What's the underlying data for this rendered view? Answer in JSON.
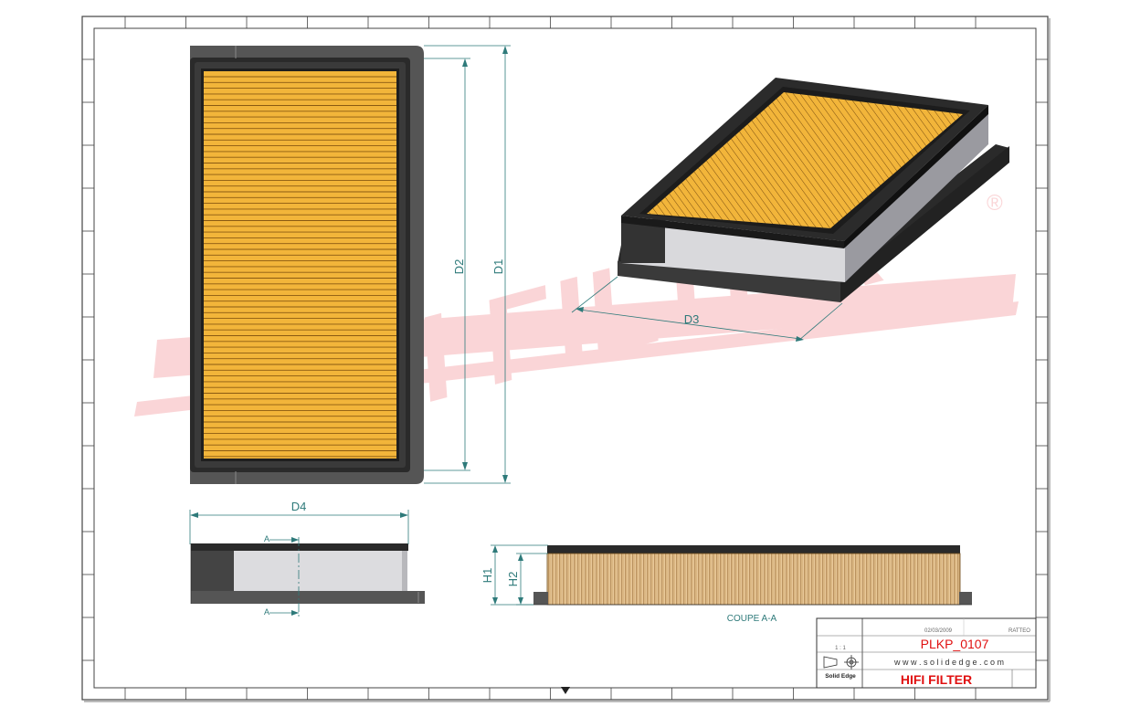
{
  "dimensions": {
    "d1": "D1",
    "d2": "D2",
    "d3": "D3",
    "d4": "D4",
    "h1": "H1",
    "h2": "H2"
  },
  "section": {
    "marker": "A",
    "caption": "COUPE A-A"
  },
  "watermark": {
    "brand": "HIFI FILTER",
    "registered": "®"
  },
  "title_block": {
    "date": "02/03/2009",
    "author": "RATTEO",
    "scale": "1 : 1",
    "part_number": "PLKP_0107",
    "website": "w w w . s o l i d e d g e . c o m",
    "software": "Solid Edge",
    "brand": "HIFI FILTER"
  },
  "colors": {
    "media": "#f2b53a",
    "media_line": "#8a5a12",
    "frame_dark": "#2b2b2b",
    "frame_mid": "#545454",
    "dimension": "#2e7a7a",
    "watermark": "#e8343c",
    "title_red": "#e01010"
  }
}
